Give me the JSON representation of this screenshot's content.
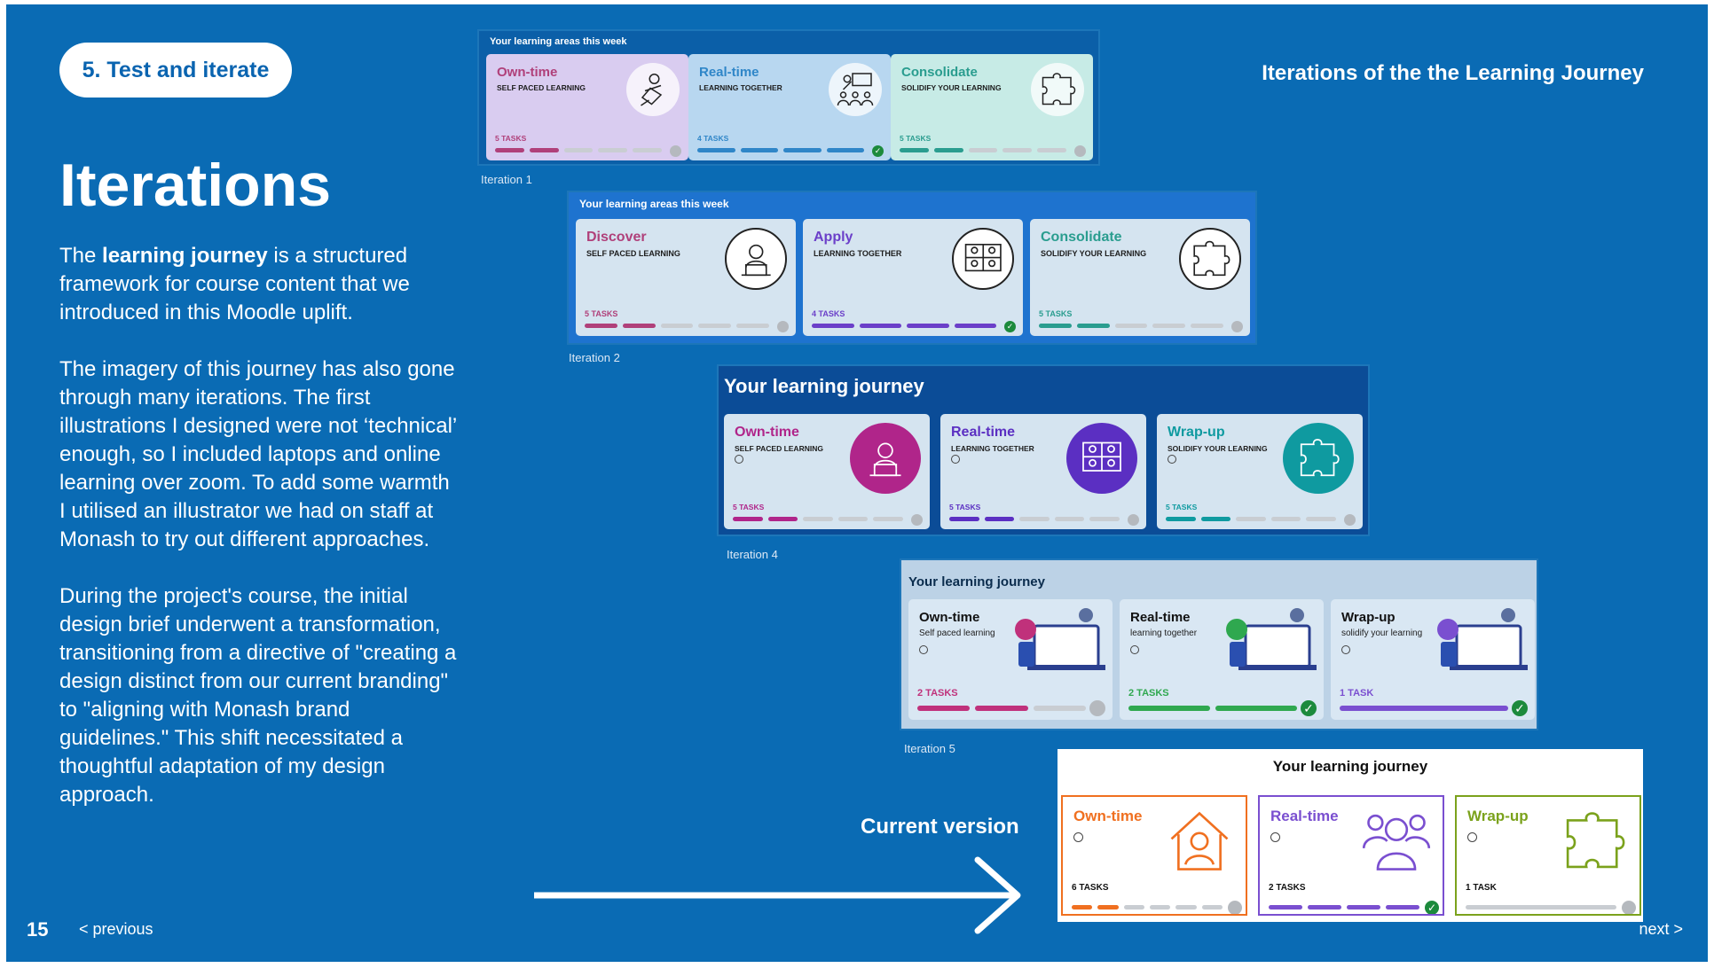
{
  "slide": {
    "section_pill": "5. Test and iterate",
    "title": "Iterations",
    "paragraphs": [
      [
        "The ",
        "learning journey",
        " is a structured framework for course content that we introduced in this Moodle uplift."
      ],
      [
        "The imagery of this journey has also gone through many iterations. The first illustrations I designed were not ‘technical’ enough, so I included laptops and online learning over zoom. To add some warmth I utilised an illustrator we had on staff at Monash to try out different approaches.",
        "",
        ""
      ],
      [
        "During the project's course, the initial design brief underwent a transformation, transitioning from a directive of \"creating a design distinct from our current branding\" to \"aligning with Monash brand guidelines.\" This shift necessitated a thoughtful adaptation of my design approach.",
        "",
        ""
      ]
    ],
    "right_heading": "Iterations of the the Learning Journey",
    "current_version_label": "Current version",
    "page_number": "15",
    "previous_label": "< previous",
    "next_label": "next >",
    "colors": {
      "background": "#0a6bb4",
      "text": "#ffffff"
    }
  },
  "iterations": [
    {
      "caption": "Iteration 1",
      "panel_title": "Your learning areas this week",
      "cards": [
        {
          "title": "Own-time",
          "subtitle": "SELF PACED LEARNING",
          "tasks": "5 TASKS",
          "icon": "person-reading-icon",
          "color": "#b0407a",
          "filled": 2,
          "segments": 5,
          "done": false
        },
        {
          "title": "Real-time",
          "subtitle": "LEARNING TOGETHER",
          "tasks": "4 TASKS",
          "icon": "presenter-group-icon",
          "color": "#2f86c8",
          "filled": 4,
          "segments": 4,
          "done": true
        },
        {
          "title": "Consolidate",
          "subtitle": "SOLIDIFY YOUR LEARNING",
          "tasks": "5 TASKS",
          "icon": "puzzle-icon",
          "color": "#2a9d8f",
          "filled": 2,
          "segments": 5,
          "done": false
        }
      ]
    },
    {
      "caption": "Iteration 2",
      "panel_title": "Your learning areas this week",
      "cards": [
        {
          "title": "Discover",
          "subtitle": "SELF PACED LEARNING",
          "tasks": "5 TASKS",
          "icon": "person-laptop-icon",
          "color": "#b0407a",
          "filled": 2,
          "segments": 5,
          "done": false
        },
        {
          "title": "Apply",
          "subtitle": "LEARNING TOGETHER",
          "tasks": "4 TASKS",
          "icon": "video-call-icon",
          "color": "#6b3fc9",
          "filled": 4,
          "segments": 4,
          "done": true
        },
        {
          "title": "Consolidate",
          "subtitle": "SOLIDIFY YOUR LEARNING",
          "tasks": "5 TASKS",
          "icon": "puzzle-icon",
          "color": "#2a9d8f",
          "filled": 2,
          "segments": 5,
          "done": false
        }
      ]
    },
    {
      "caption": "Iteration 4",
      "panel_title": "Your learning journey",
      "cards": [
        {
          "title": "Own-time",
          "subtitle": "SELF PACED LEARNING",
          "tasks": "5 TASKS",
          "icon": "person-laptop-icon",
          "color": "#b0258a",
          "filled": 2,
          "segments": 5,
          "done": false
        },
        {
          "title": "Real-time",
          "subtitle": "LEARNING TOGETHER",
          "tasks": "5 TASKS",
          "icon": "video-call-icon",
          "color": "#5b2fc2",
          "filled": 2,
          "segments": 5,
          "done": false
        },
        {
          "title": "Wrap-up",
          "subtitle": "SOLIDIFY YOUR LEARNING",
          "tasks": "5 TASKS",
          "icon": "puzzle-icon",
          "color": "#0f9aa0",
          "filled": 2,
          "segments": 5,
          "done": false
        }
      ]
    },
    {
      "caption": "Iteration 5",
      "panel_title": "Your learning journey",
      "cards": [
        {
          "title": "Own-time",
          "subtitle": "Self paced learning",
          "tasks": "2 TASKS",
          "icon": "laptop-flower-icon",
          "color": "#c0317b",
          "filled": 2,
          "segments": 3,
          "done": false
        },
        {
          "title": "Real-time",
          "subtitle": "learning together",
          "tasks": "2 TASKS",
          "icon": "people-apple-icon",
          "color": "#2fa84f",
          "filled": 2,
          "segments": 2,
          "done": true
        },
        {
          "title": "Wrap-up",
          "subtitle": "solidify your learning",
          "tasks": "1 TASK",
          "icon": "puzzle-book-icon",
          "color": "#7a4fd0",
          "filled": 1,
          "segments": 1,
          "done": true
        }
      ]
    },
    {
      "caption": "",
      "panel_title": "Your learning journey",
      "cards": [
        {
          "title": "Own-time",
          "subtitle": "",
          "tasks": "6 TASKS",
          "icon": "house-person-icon",
          "color": "#f07020",
          "filled": 2,
          "segments": 6,
          "done": false
        },
        {
          "title": "Real-time",
          "subtitle": "",
          "tasks": "2 TASKS",
          "icon": "people-group-icon",
          "color": "#7a4fd0",
          "filled": 4,
          "segments": 4,
          "done": true
        },
        {
          "title": "Wrap-up",
          "subtitle": "",
          "tasks": "1 TASK",
          "icon": "puzzle-icon",
          "color": "#7ba21c",
          "filled": 0,
          "segments": 1,
          "done": false
        }
      ]
    }
  ]
}
